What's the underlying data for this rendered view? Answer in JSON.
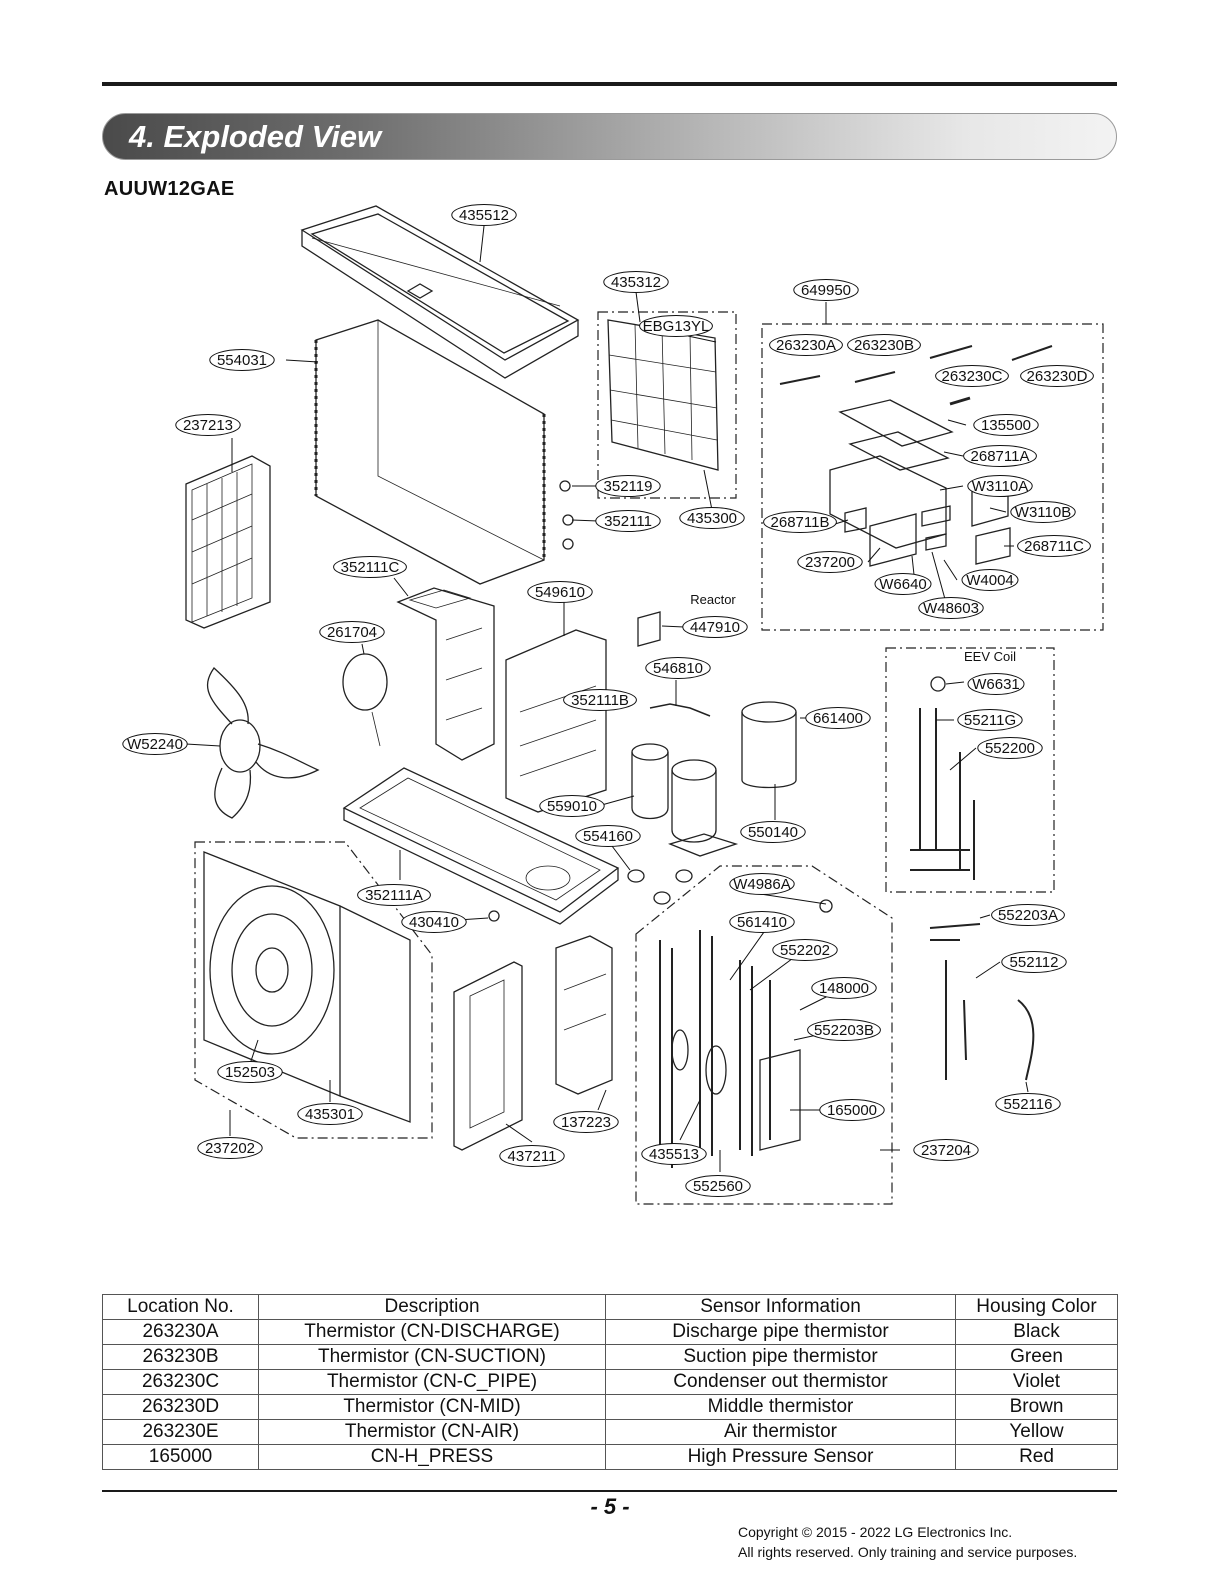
{
  "section_title": "4. Exploded View",
  "model": "AUUW12GAE",
  "diagram": {
    "part_labels": [
      "435512",
      "435312",
      "649950",
      "EBG13YL",
      "263230A",
      "263230B",
      "263230C",
      "263230D",
      "554031",
      "237213",
      "135500",
      "268711A",
      "W3110A",
      "W3110B",
      "268711B",
      "268711C",
      "237200",
      "W6640",
      "W4004",
      "W48603",
      "352119",
      "352111",
      "435300",
      "352111C",
      "549610",
      "447910",
      "261704",
      "546810",
      "W6631",
      "661400",
      "55211G",
      "552200",
      "W52240",
      "559010",
      "554160",
      "550140",
      "W4986A",
      "561410",
      "552202",
      "148000",
      "552203B",
      "552203A",
      "552112",
      "352111A",
      "430410",
      "152503",
      "435301",
      "237202",
      "437211",
      "137223",
      "435513",
      "552560",
      "165000",
      "237204",
      "552116",
      "352111B"
    ],
    "captions": [
      "Reactor",
      "EEV Coil"
    ]
  },
  "table": {
    "headers": [
      "Location No.",
      "Description",
      "Sensor Information",
      "Housing Color"
    ],
    "rows": [
      [
        "263230A",
        "Thermistor (CN-DISCHARGE)",
        "Discharge pipe thermistor",
        "Black"
      ],
      [
        "263230B",
        "Thermistor (CN-SUCTION)",
        "Suction pipe thermistor",
        "Green"
      ],
      [
        "263230C",
        "Thermistor (CN-C_PIPE)",
        "Condenser out thermistor",
        "Violet"
      ],
      [
        "263230D",
        "Thermistor (CN-MID)",
        "Middle thermistor",
        "Brown"
      ],
      [
        "263230E",
        "Thermistor (CN-AIR)",
        "Air thermistor",
        "Yellow"
      ],
      [
        "165000",
        "CN-H_PRESS",
        "High Pressure Sensor",
        "Red"
      ]
    ]
  },
  "footer": {
    "page": "- 5 -",
    "copyright_line1": "Copyright © 2015 - 2022 LG Electronics Inc.",
    "copyright_line2": "All rights reserved. Only training and service purposes."
  }
}
